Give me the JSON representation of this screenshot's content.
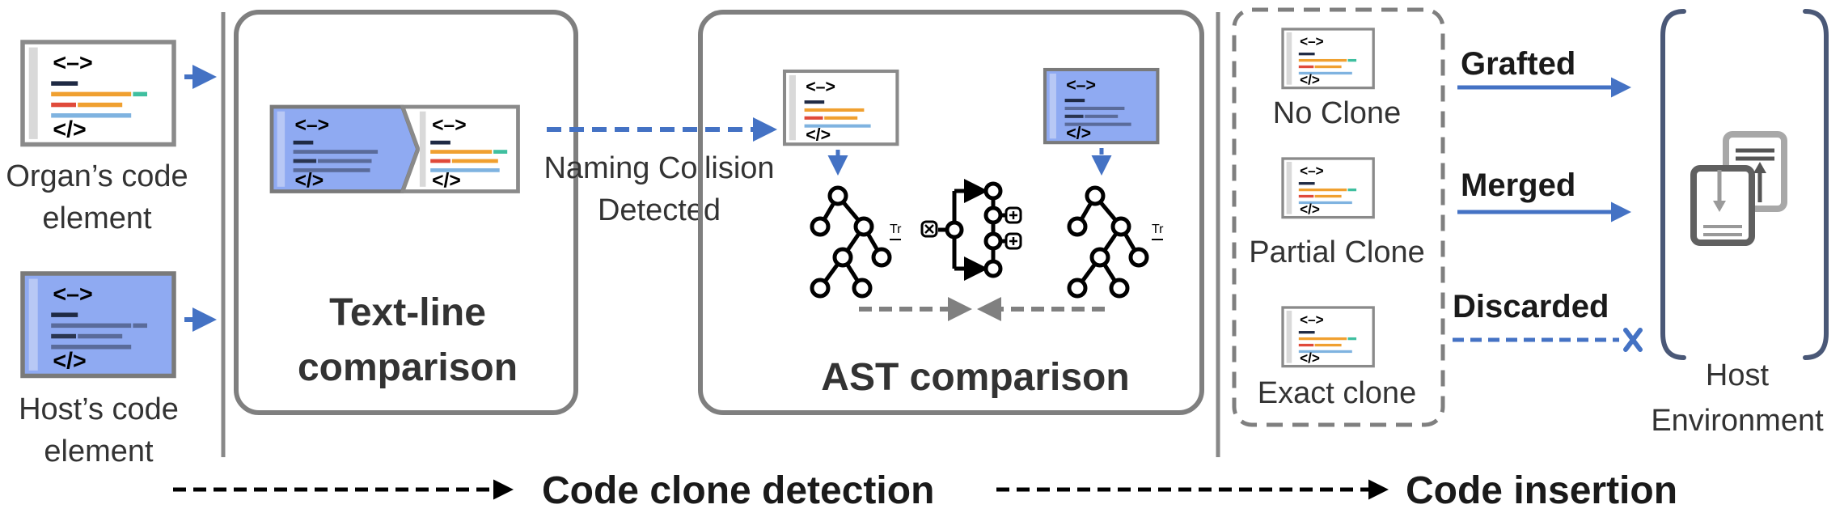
{
  "colors": {
    "accent_blue": "#4472c4",
    "code_card_blue": "#8faaf2",
    "panel_gray": "#7f7f7f",
    "code_orange": "#f0a030",
    "code_red": "#e04a3a",
    "code_teal": "#3fbf9f",
    "code_light_blue": "#7fb3e0",
    "code_dark": "#1f2a44"
  },
  "icons": [
    "code-file-icon",
    "ast-tree-icon",
    "diff-graph-icon",
    "host-environment-icon",
    "discard-x-icon"
  ],
  "inputs": {
    "organ_label_line1": "Organ’s code",
    "organ_label_line2": "element",
    "host_label_line1": "Host’s code",
    "host_label_line2": "element"
  },
  "code_glyph": {
    "open": "<–>",
    "close": "</>"
  },
  "text_line_panel": {
    "title_line1": "Text-line",
    "title_line2": "comparison"
  },
  "collision": {
    "line1": "Naming Collision",
    "line2": "Detected"
  },
  "ast_panel": {
    "title": "AST comparison",
    "tree_tag": "Tr"
  },
  "clone_types": [
    {
      "label": "No Clone"
    },
    {
      "label": "Partial Clone"
    },
    {
      "label": "Exact clone"
    }
  ],
  "outcomes": [
    {
      "label": "Grafted"
    },
    {
      "label": "Merged"
    },
    {
      "label": "Discarded"
    }
  ],
  "host_env": {
    "line1": "Host",
    "line2": "Environment"
  },
  "footer": {
    "stage1": "Code clone detection",
    "stage2": "Code insertion"
  }
}
